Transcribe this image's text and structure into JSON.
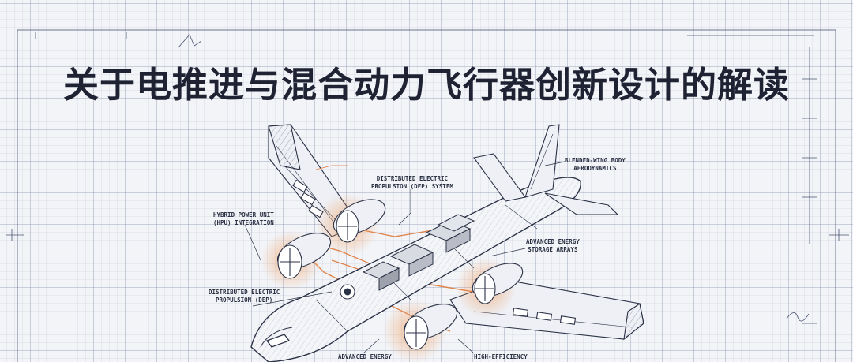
{
  "title": "关于电推进与混合动力飞行器创新设计的解读",
  "labels": {
    "dep_system": [
      "DISTRIBUTED ELECTRIC",
      "PROPULSION (DEP) SYSTEM"
    ],
    "blended_wing": [
      "BLENDED-WING BODY",
      "AERODYNAMICS"
    ],
    "hybrid_power": [
      "HYBRID POWER UNIT",
      "(HPU) INTEGRATION"
    ],
    "energy_storage_arrays": [
      "ADVANCED ENERGY",
      "STORAGE ARRAYS"
    ],
    "dep": [
      "DISTRIBUTED ELECTRIC",
      "PROPULSION (DEP)"
    ],
    "advanced_energy_bottom": [
      "ADVANCED ENERGY"
    ],
    "high_efficiency": [
      "HIGH-EFFICIENCY"
    ]
  },
  "colors": {
    "ink": "#2b3246",
    "accent": "#e07a3a",
    "title": "#1e2232",
    "grid": "#7a87a5"
  }
}
